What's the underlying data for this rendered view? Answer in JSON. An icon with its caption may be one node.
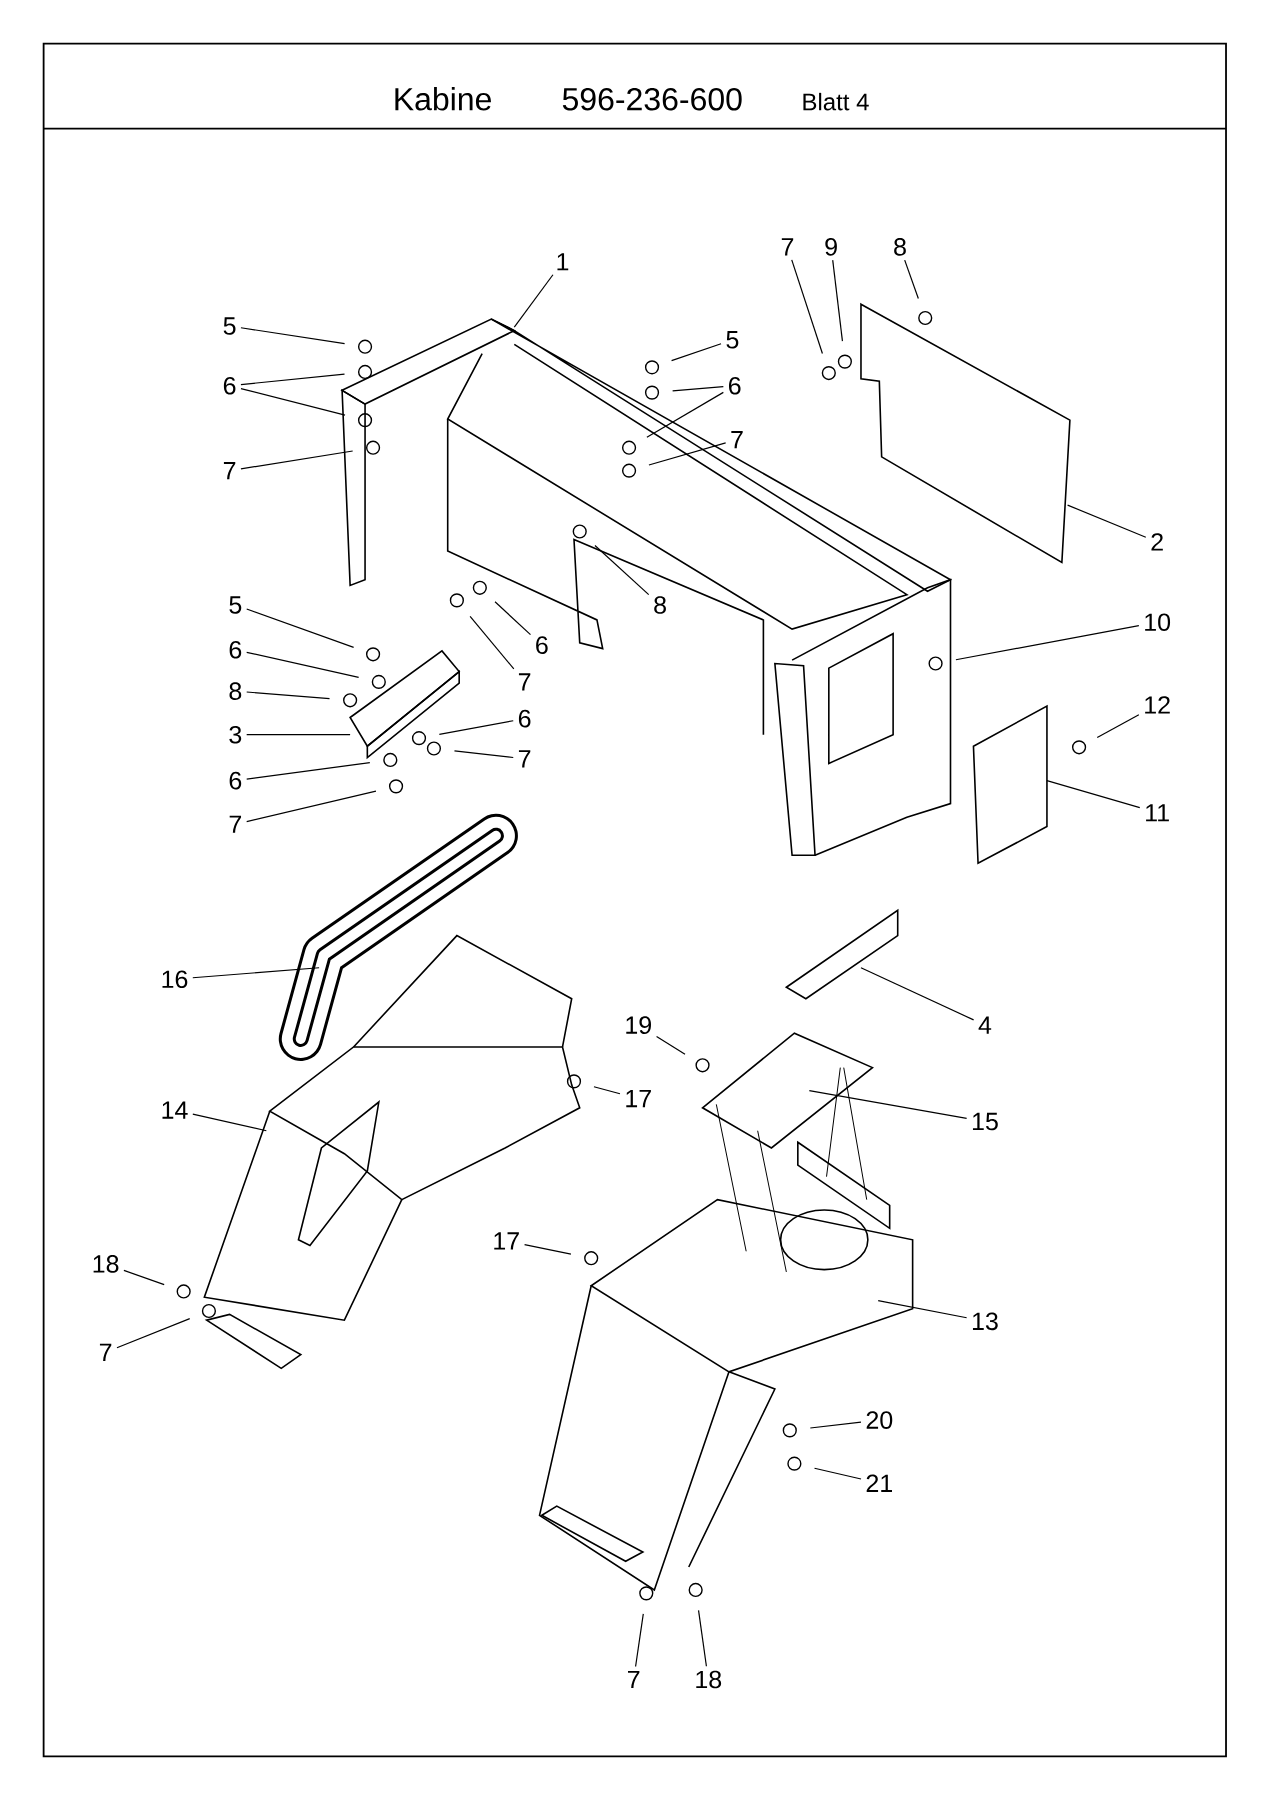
{
  "diagram": {
    "title": "Kabine",
    "labels": [
      "596-236-600",
      "Blatt 4"
    ],
    "nodes": [
      {
        "text": [
          "1"
        ]
      },
      {
        "text": [
          "7"
        ]
      },
      {
        "text": [
          "9"
        ]
      },
      {
        "text": [
          "8"
        ]
      },
      {
        "text": [
          "5"
        ]
      },
      {
        "text": [
          "5"
        ]
      },
      {
        "text": [
          "6"
        ]
      },
      {
        "text": [
          "6"
        ]
      },
      {
        "text": [
          "7"
        ]
      },
      {
        "text": [
          "7"
        ]
      },
      {
        "text": [
          "2"
        ]
      },
      {
        "text": [
          "8"
        ]
      },
      {
        "text": [
          "5"
        ]
      },
      {
        "text": [
          "10"
        ]
      },
      {
        "text": [
          "6"
        ]
      },
      {
        "text": [
          "6"
        ]
      },
      {
        "text": [
          "7"
        ]
      },
      {
        "text": [
          "8"
        ]
      },
      {
        "text": [
          "12"
        ]
      },
      {
        "text": [
          "6"
        ]
      },
      {
        "text": [
          "3"
        ]
      },
      {
        "text": [
          "7"
        ]
      },
      {
        "text": [
          "6"
        ]
      },
      {
        "text": [
          "11"
        ]
      },
      {
        "text": [
          "7"
        ]
      },
      {
        "text": [
          "16"
        ]
      },
      {
        "text": [
          "4"
        ]
      },
      {
        "text": [
          "19"
        ]
      },
      {
        "text": [
          "17"
        ]
      },
      {
        "text": [
          "14"
        ]
      },
      {
        "text": [
          "15"
        ]
      },
      {
        "text": [
          "17"
        ]
      },
      {
        "text": [
          "18"
        ]
      },
      {
        "text": [
          "13"
        ]
      },
      {
        "text": [
          "7"
        ]
      },
      {
        "text": [
          "20"
        ]
      },
      {
        "text": [
          "21"
        ]
      },
      {
        "text": [
          "7"
        ]
      },
      {
        "text": [
          "18"
        ]
      }
    ],
    "edges": [
      {
        "from": 0,
        "to": null,
        "arrow": "none"
      },
      {
        "from": 1,
        "to": null,
        "arrow": "none"
      },
      {
        "from": 2,
        "to": null,
        "arrow": "none"
      },
      {
        "from": 3,
        "to": null,
        "arrow": "none"
      },
      {
        "from": 4,
        "to": null,
        "arrow": "none"
      },
      {
        "from": 5,
        "to": null,
        "arrow": "none"
      },
      {
        "from": 6,
        "to": null,
        "arrow": "none"
      },
      {
        "from": 6,
        "to": null,
        "arrow": "none"
      },
      {
        "from": 7,
        "to": null,
        "arrow": "none"
      },
      {
        "from": 7,
        "to": null,
        "arrow": "none"
      },
      {
        "from": 8,
        "to": null,
        "arrow": "none"
      },
      {
        "from": 9,
        "to": null,
        "arrow": "none"
      },
      {
        "from": 10,
        "to": null,
        "arrow": "none"
      },
      {
        "from": 11,
        "to": null,
        "arrow": "none"
      },
      {
        "from": 12,
        "to": null,
        "arrow": "none"
      },
      {
        "from": 13,
        "to": null,
        "arrow": "none"
      },
      {
        "from": 14,
        "to": null,
        "arrow": "none"
      },
      {
        "from": 15,
        "to": null,
        "arrow": "none"
      },
      {
        "from": 16,
        "to": null,
        "arrow": "none"
      },
      {
        "from": 17,
        "to": null,
        "arrow": "none"
      },
      {
        "from": 18,
        "to": null,
        "arrow": "none"
      },
      {
        "from": 19,
        "to": null,
        "arrow": "none"
      },
      {
        "from": 20,
        "to": null,
        "arrow": "none"
      },
      {
        "from": 21,
        "to": null,
        "arrow": "none"
      },
      {
        "from": 22,
        "to": null,
        "arrow": "none"
      },
      {
        "from": 23,
        "to": null,
        "arrow": "none"
      },
      {
        "from": 24,
        "to": null,
        "arrow": "none"
      },
      {
        "from": 25,
        "to": null,
        "arrow": "none"
      },
      {
        "from": 26,
        "to": null,
        "arrow": "none"
      },
      {
        "from": 27,
        "to": null,
        "arrow": "none"
      },
      {
        "from": 28,
        "to": null,
        "arrow": "none"
      },
      {
        "from": 29,
        "to": null,
        "arrow": "none"
      },
      {
        "from": 30,
        "to": null,
        "arrow": "none"
      },
      {
        "from": 31,
        "to": null,
        "arrow": "none"
      },
      {
        "from": 32,
        "to": null,
        "arrow": "none"
      },
      {
        "from": 33,
        "to": null,
        "arrow": "none"
      },
      {
        "from": 34,
        "to": null,
        "arrow": "none"
      },
      {
        "from": 35,
        "to": null,
        "arrow": "none"
      },
      {
        "from": 36,
        "to": null,
        "arrow": "none"
      },
      {
        "from": 37,
        "to": null,
        "arrow": "none"
      },
      {
        "from": 38,
        "to": null,
        "arrow": "none"
      }
    ]
  }
}
